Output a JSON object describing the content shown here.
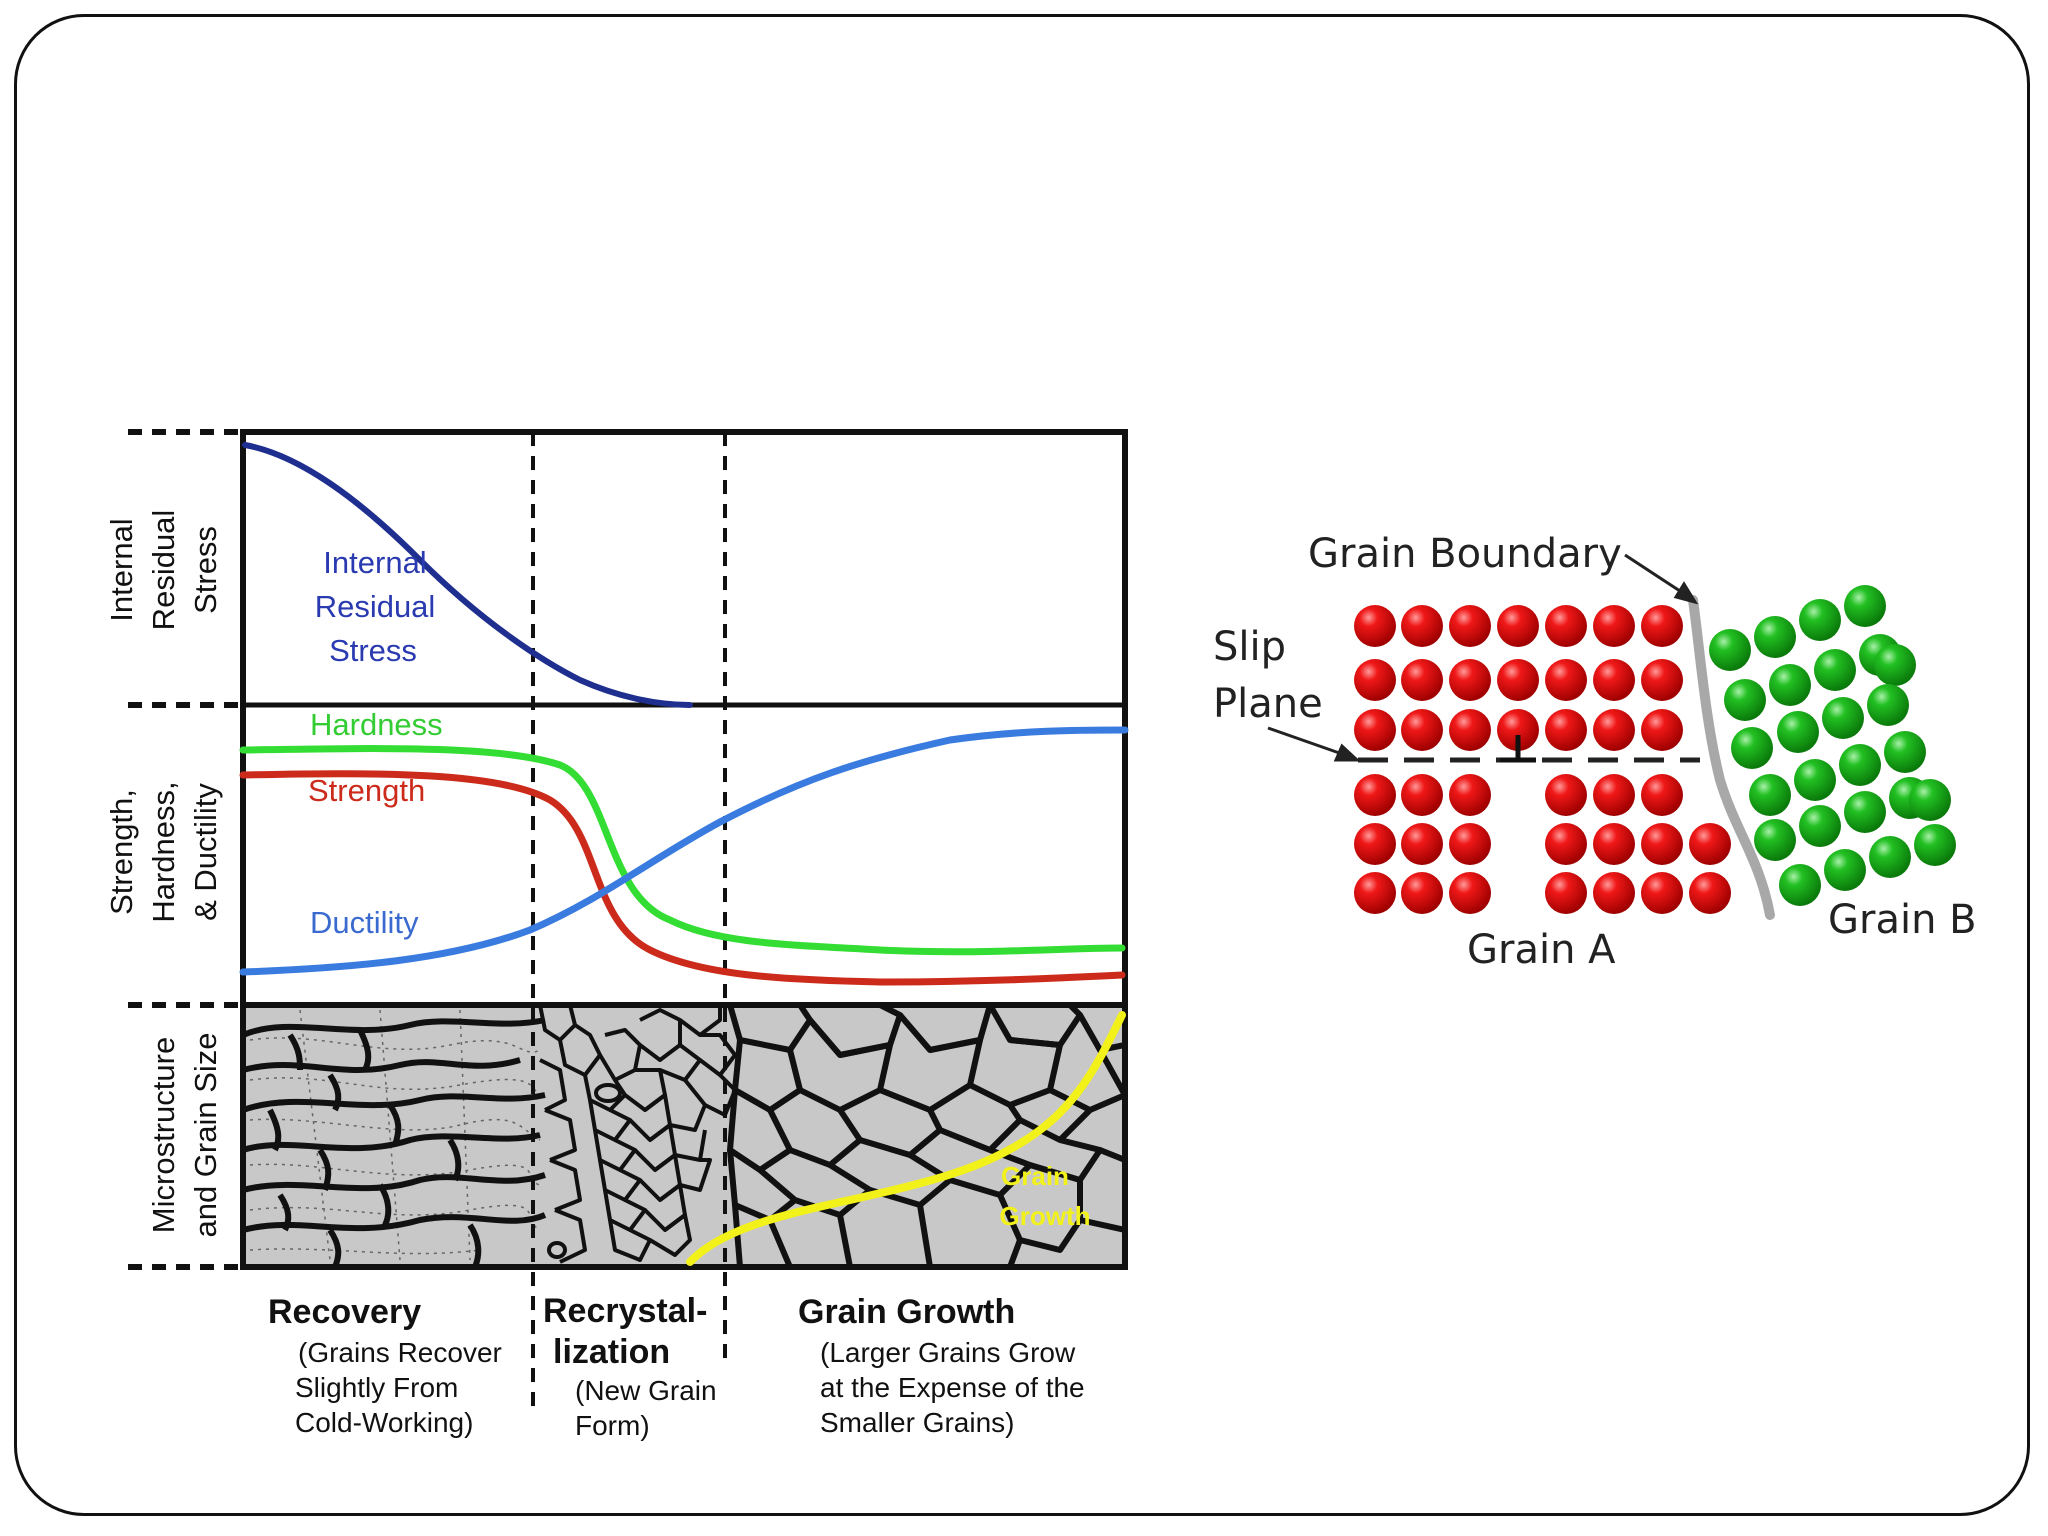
{
  "diagram": {
    "left_axis_labels": {
      "panel1": [
        "Internal",
        "Residual",
        "Stress"
      ],
      "panel2": [
        "Strength,",
        "Hardness,",
        "& Ductility"
      ],
      "panel3": [
        "Microstructure",
        "and Grain Size"
      ]
    },
    "curve_labels": {
      "internal_residual_stress": [
        "Internal",
        "Residual",
        "Stress"
      ],
      "hardness": "Hardness",
      "strength": "Strength",
      "ductility": "Ductility",
      "grain_growth": [
        "Grain",
        "Growth"
      ]
    },
    "stages": [
      {
        "title": "Recovery",
        "desc": [
          "(Grains Recover",
          "Slightly From",
          "Cold-Working)"
        ]
      },
      {
        "title": [
          "Recrystal-",
          "lization"
        ],
        "desc": [
          "(New Grain",
          "Form)"
        ]
      },
      {
        "title": "Grain Growth",
        "desc": [
          "(Larger Grains Grow",
          "at the Expense of the",
          "Smaller Grains)"
        ]
      }
    ],
    "colors": {
      "stress": "#1f2f8f",
      "hardness": "#33dd33",
      "strength": "#cc2a1a",
      "ductility": "#3a7be0",
      "grain_growth": "#f2f21a",
      "grain_fill": "#c8c8c8"
    }
  },
  "atoms": {
    "labels": {
      "grain_boundary": "Grain Boundary",
      "slip_plane": [
        "Slip",
        "Plane"
      ],
      "grain_a": "Grain A",
      "grain_b": "Grain B"
    },
    "colors": {
      "grain_a": "#e01010",
      "grain_b": "#1fb31f",
      "boundary": "#a8a8a8"
    }
  }
}
